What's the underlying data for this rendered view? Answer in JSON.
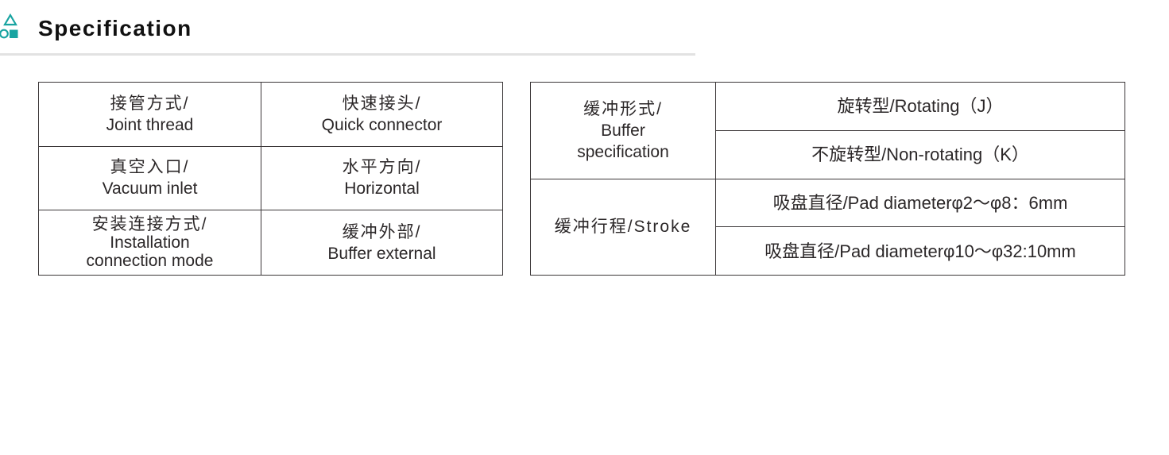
{
  "header": {
    "title": "Specification",
    "accent_color": "#18a4a1",
    "rule_color": "#e2e2e2",
    "icon": "triangle-circle-square-logo"
  },
  "left_table": {
    "rows": [
      {
        "label_lines": [
          "接管方式/",
          "Joint thread"
        ],
        "value_lines": [
          "快速接头/",
          "Quick connector"
        ]
      },
      {
        "label_lines": [
          "真空入口/",
          "Vacuum inlet"
        ],
        "value_lines": [
          "水平方向/",
          "Horizontal"
        ]
      },
      {
        "label_lines": [
          "安装连接方式/",
          "Installation",
          "connection mode"
        ],
        "value_lines": [
          "缓冲外部/",
          "Buffer external"
        ]
      }
    ]
  },
  "right_table": {
    "buffer_row": {
      "label_lines": [
        "缓冲形式/",
        "Buffer",
        "specification"
      ],
      "options": [
        "旋转型/Rotating（J）",
        "不旋转型/Non-rotating（K）"
      ]
    },
    "stroke_row": {
      "label_lines": [
        "缓冲行程/Stroke"
      ],
      "options": [
        "吸盘直径/Pad diameterφ2～φ8：6mm",
        "吸盘直径/Pad diameterφ10～φ32:10mm"
      ]
    }
  }
}
